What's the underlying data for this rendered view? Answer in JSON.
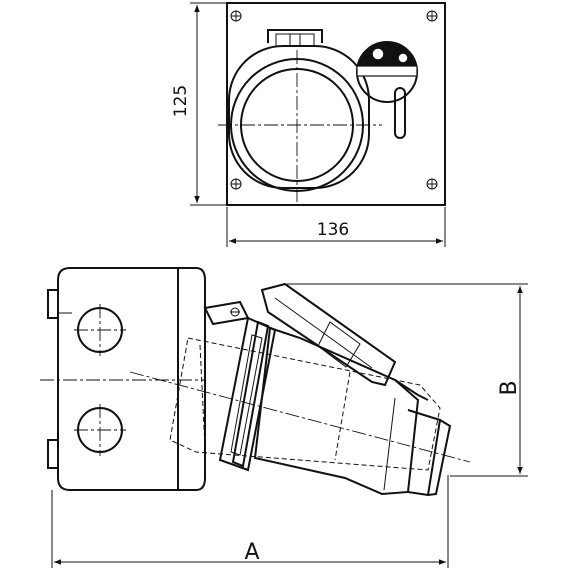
{
  "drawing": {
    "top_view": {
      "height_dimension": "125",
      "width_dimension": "136"
    },
    "side_view": {
      "length_dimension": "A",
      "height_dimension": "B"
    },
    "colors": {
      "line": "#111111",
      "background": "#ffffff"
    }
  }
}
